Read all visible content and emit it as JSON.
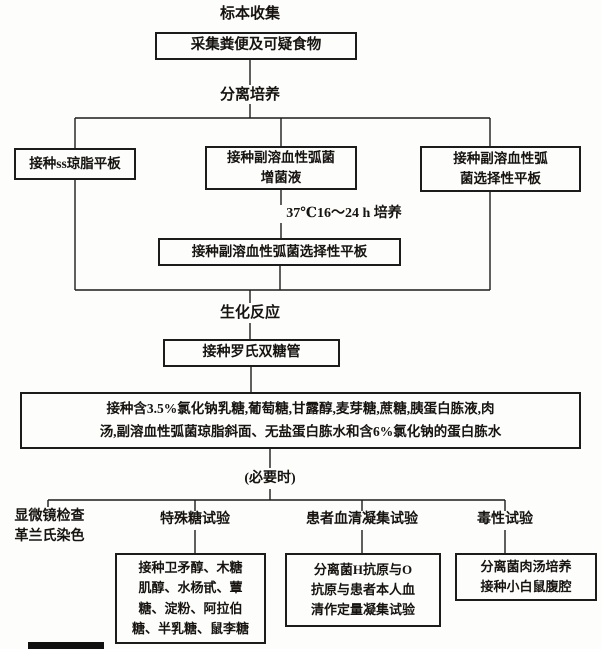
{
  "flow": {
    "specimen_collection": "标本收集",
    "collect_box": "采集粪便及可疑食物",
    "isolation_culture": "分离培养",
    "ss_agar_box": "接种ss琼脂平板",
    "enrichment_box": "接种副溶血性弧菌\n增菌液",
    "selective_plate_right_box": "接种副溶血性弧\n菌选择性平板",
    "incubation_label": "37℃16～24 h 培养",
    "selective_plate_box": "接种副溶血性弧菌选择性平板",
    "biochemical_reaction": "生化反应",
    "russell_tube_box": "接种罗氏双糖管",
    "media_box": "接种含3.5%氯化钠乳糖,葡萄糖,甘露醇,麦芽糖,蔗糖,胰蛋白胨液,肉\n汤,副溶血性弧菌琼脂斜面、无盐蛋白胨水和含6%氯化钠的蛋白胨水",
    "when_necessary": "(必要时)",
    "microscopy_label": "显微镜检查\n革兰氏染色",
    "special_sugar_header": "特殊糖试验",
    "special_sugar_box": "接种卫矛醇、木糖\n肌醇、水杨甙、蕈\n糖、淀粉、阿拉伯\n糖、半乳糖、鼠李糖",
    "serum_header": "患者血清凝集试验",
    "serum_box": "分离菌H抗原与O\n抗原与患者本人血\n清作定量凝集试验",
    "toxicity_header": "毒性试验",
    "toxicity_box": "分离菌肉汤培养\n接种小白鼠腹腔"
  }
}
